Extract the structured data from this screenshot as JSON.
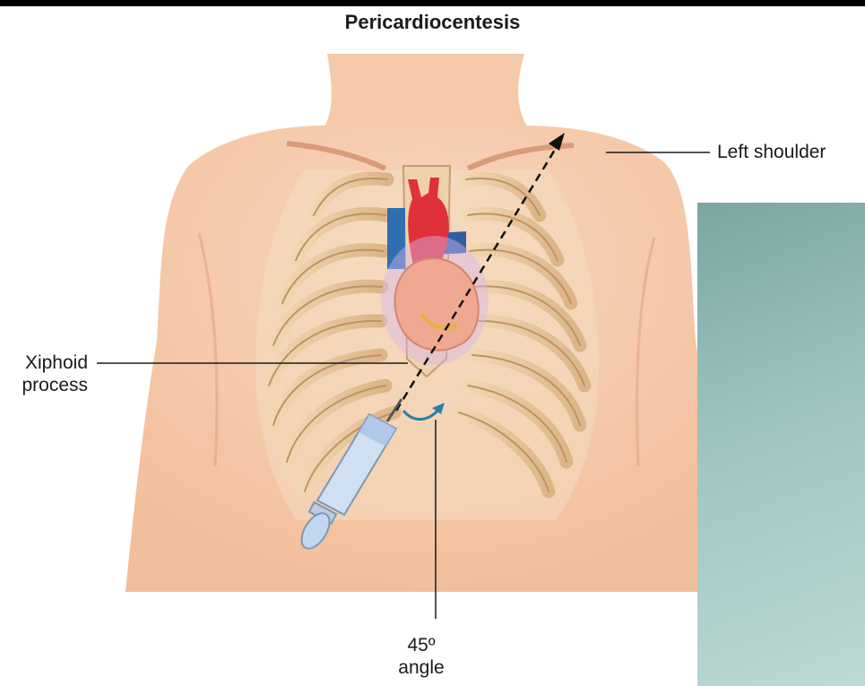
{
  "title": "Pericardiocentesis",
  "labels": {
    "left_shoulder": "Left shoulder",
    "xiphoid_line1": "Xiphoid",
    "xiphoid_line2": "process",
    "angle_line1": "45º",
    "angle_line2": "angle"
  },
  "colors": {
    "skin": "#f6c9a8",
    "skin_shadow": "#eba883",
    "rib": "#e8c89b",
    "rib_outline": "#b88d5e",
    "aorta": "#e0303a",
    "vena_cava": "#2f6fb0",
    "heart": "#f0a890",
    "syringe": "#cfe0f3",
    "arrow": "#2a7fa8",
    "overlay_panel": "#9fc4c0"
  },
  "icons": [
    "syringe-icon",
    "needle-path-arrow",
    "rotation-arrow-icon"
  ]
}
